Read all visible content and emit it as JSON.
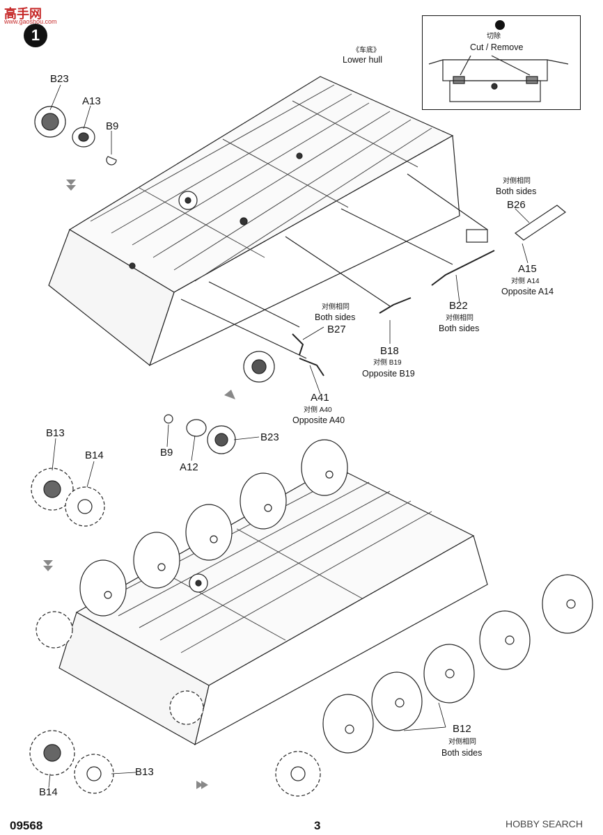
{
  "watermark": {
    "site": "高手网",
    "url": "www.gaoshou.com"
  },
  "step": {
    "number": "1"
  },
  "inset": {
    "cn": "切除",
    "en": "Cut / Remove"
  },
  "lower_hull": {
    "cn": "《车底》",
    "en": "Lower hull"
  },
  "top_assembly": {
    "b23": "B23",
    "a13": "A13",
    "b9": "B9",
    "both_sides_1_cn": "对侧相同",
    "both_sides_1_en": "Both sides",
    "b26": "B26",
    "a15": "A15",
    "a15_opp_cn": "对侧 A14",
    "a15_opp_en": "Opposite A14",
    "b22": "B22",
    "b22_both_cn": "对侧相同",
    "b22_both_en": "Both sides",
    "b27_both_cn": "对侧相同",
    "b27_both_en": "Both sides",
    "b27": "B27",
    "b18": "B18",
    "b18_opp_cn": "对侧 B19",
    "b18_opp_en": "Opposite B19",
    "a41": "A41",
    "a41_opp_cn": "对侧 A40",
    "a41_opp_en": "Opposite A40"
  },
  "bottom_assembly": {
    "b9": "B9",
    "a12": "A12",
    "b23": "B23",
    "b13_top": "B13",
    "b14_top": "B14",
    "b12": "B12",
    "b12_both_cn": "对侧相同",
    "b12_both_en": "Both sides",
    "b13_bottom": "B13",
    "b14_bottom": "B14"
  },
  "footer": {
    "code": "09568",
    "page": "3",
    "brand": "HOBBY SEARCH"
  }
}
